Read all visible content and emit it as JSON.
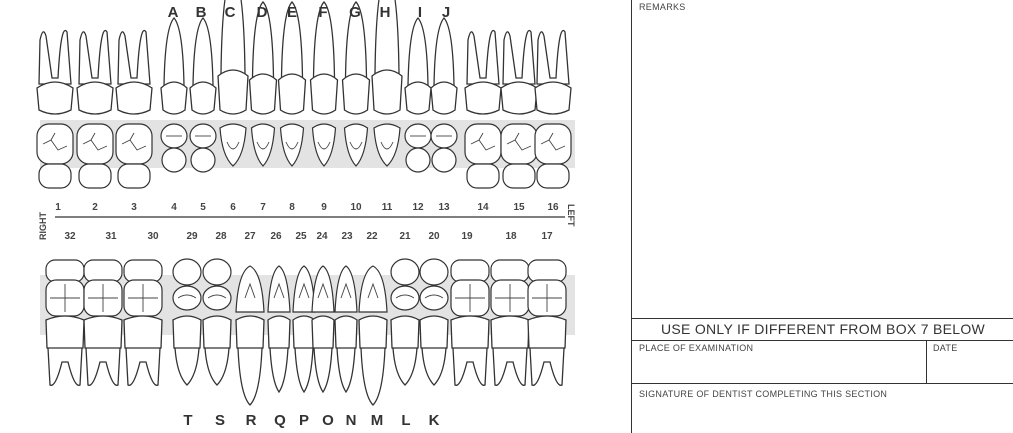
{
  "chart": {
    "upper_letters": [
      "A",
      "B",
      "C",
      "D",
      "E",
      "F",
      "G",
      "H",
      "I",
      "J"
    ],
    "upper_numbers": [
      "1",
      "2",
      "3",
      "4",
      "5",
      "6",
      "7",
      "8",
      "9",
      "10",
      "11",
      "12",
      "13",
      "14",
      "15",
      "16"
    ],
    "lower_numbers": [
      "32",
      "31",
      "30",
      "29",
      "28",
      "27",
      "26",
      "25",
      "24",
      "23",
      "22",
      "21",
      "20",
      "19",
      "18",
      "17"
    ],
    "lower_letters": [
      "T",
      "S",
      "R",
      "Q",
      "P",
      "O",
      "N",
      "M",
      "L",
      "K"
    ],
    "right_label": "RIGHT",
    "left_label": "LEFT"
  },
  "form": {
    "remarks_label": "REMARKS",
    "use_only_label": "USE ONLY IF DIFFERENT FROM BOX 7 BELOW",
    "place_label": "PLACE OF EXAMINATION",
    "date_label": "DATE",
    "signature_label": "SIGNATURE OF DENTIST COMPLETING THIS SECTION"
  }
}
